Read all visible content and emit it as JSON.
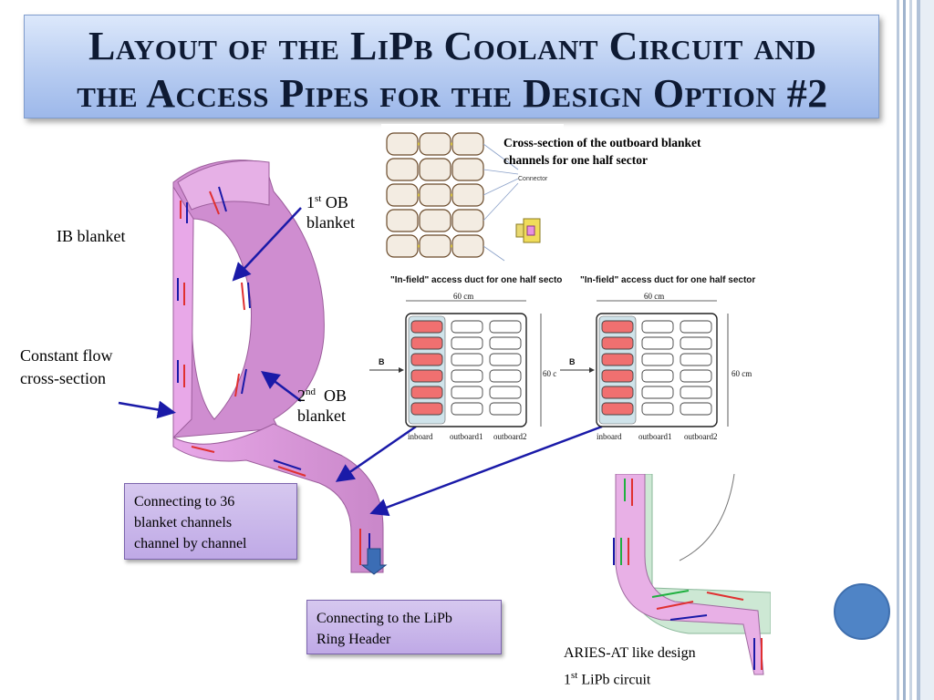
{
  "slide": {
    "title_line1": "Layout of the LiPb Coolant Circuit and",
    "title_line2": "the Access Pipes for the Design Option #2"
  },
  "labels": {
    "ib_blanket": "IB blanket",
    "first_ob_num": "1",
    "first_ob_sup": "st",
    "first_ob_word": "OB",
    "first_ob_line2": "blanket",
    "second_ob_num": "2",
    "second_ob_sup": "nd",
    "second_ob_word": "OB",
    "second_ob_line2": "blanket",
    "constant_flow_line1": "Constant flow",
    "constant_flow_line2": "cross-section",
    "cross_section_line1": "Cross-section of the outboard blanket",
    "cross_section_line2": "channels for one half sector",
    "aries_line1": "ARIES-AT like design",
    "aries_num": "1",
    "aries_sup": "st",
    "aries_word": "LiPb circuit"
  },
  "callouts": {
    "connecting_36": [
      "Connecting to 36",
      "blanket channels",
      "channel by channel"
    ],
    "ring_header": [
      "Connecting to the LiPb",
      "Ring Header"
    ]
  },
  "diagram_text": {
    "connector": "Connector",
    "duct_left_title": "\"In-field\" access duct for one half secto",
    "duct_right_title": "\"In-field\" access duct for one half sector",
    "width_label": "60 cm",
    "height_label_left": "60 c",
    "height_label_right": "60 cm",
    "b_label": "B",
    "col_inboard": "inboard",
    "col_outboard1": "outboard1",
    "col_outboard2": "outboard2"
  },
  "colors": {
    "title_text": "#0e1a33",
    "pipe": "#e6a8e6",
    "channel_red": "#f07070",
    "arrow_blue": "#1a1aa8",
    "callout": "#c9b8ec",
    "accent_circle": "#4f84c6"
  }
}
